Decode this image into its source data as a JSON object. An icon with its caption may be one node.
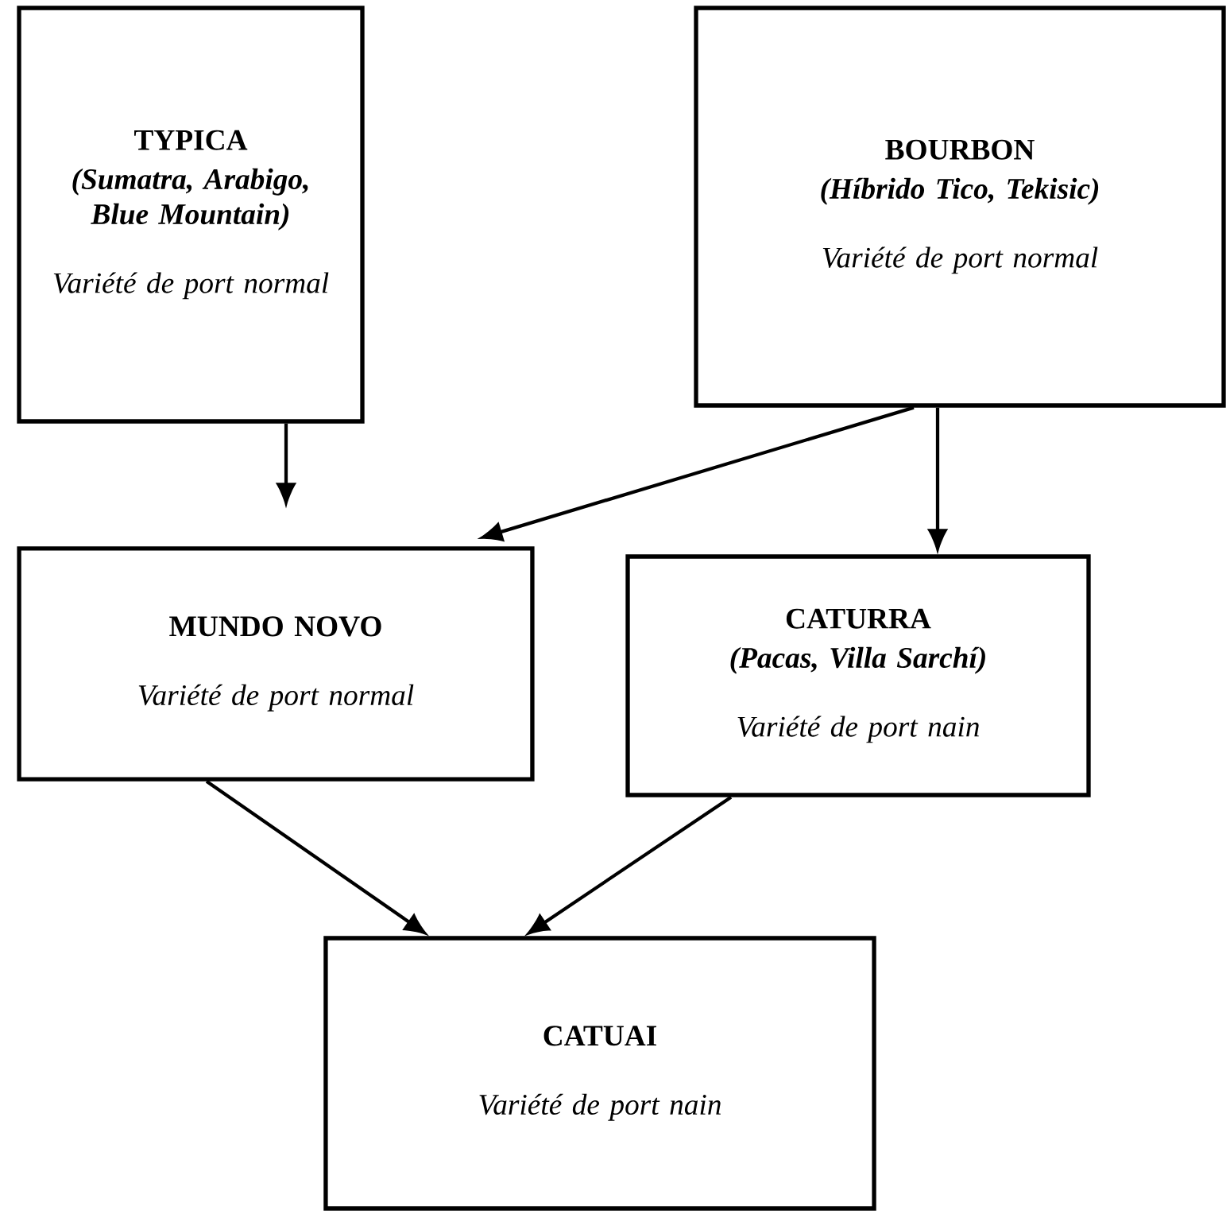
{
  "diagram": {
    "nodes": [
      {
        "text": [
          "TYPICA",
          "(Sumatra, Arabigo, Blue Mountain)",
          "Variété de port normal"
        ]
      },
      {
        "text": [
          "BOURBON",
          "(Híbrido Tico, Tekisic)",
          "Variété de port normal"
        ]
      },
      {
        "text": [
          "MUNDO NOVO",
          "Variété de port normal"
        ]
      },
      {
        "text": [
          "CATURRA",
          "(Pacas, Villa Sarchí)",
          "Variété de port nain"
        ]
      },
      {
        "text": [
          "CATUAI",
          "Variété de port nain"
        ]
      }
    ],
    "edges": [
      {
        "from": 0,
        "to": 2,
        "arrow": "to"
      },
      {
        "from": 1,
        "to": 2,
        "arrow": "to"
      },
      {
        "from": 1,
        "to": 3,
        "arrow": "to"
      },
      {
        "from": 2,
        "to": 4,
        "arrow": "to"
      },
      {
        "from": 3,
        "to": 4,
        "arrow": "to"
      }
    ]
  }
}
